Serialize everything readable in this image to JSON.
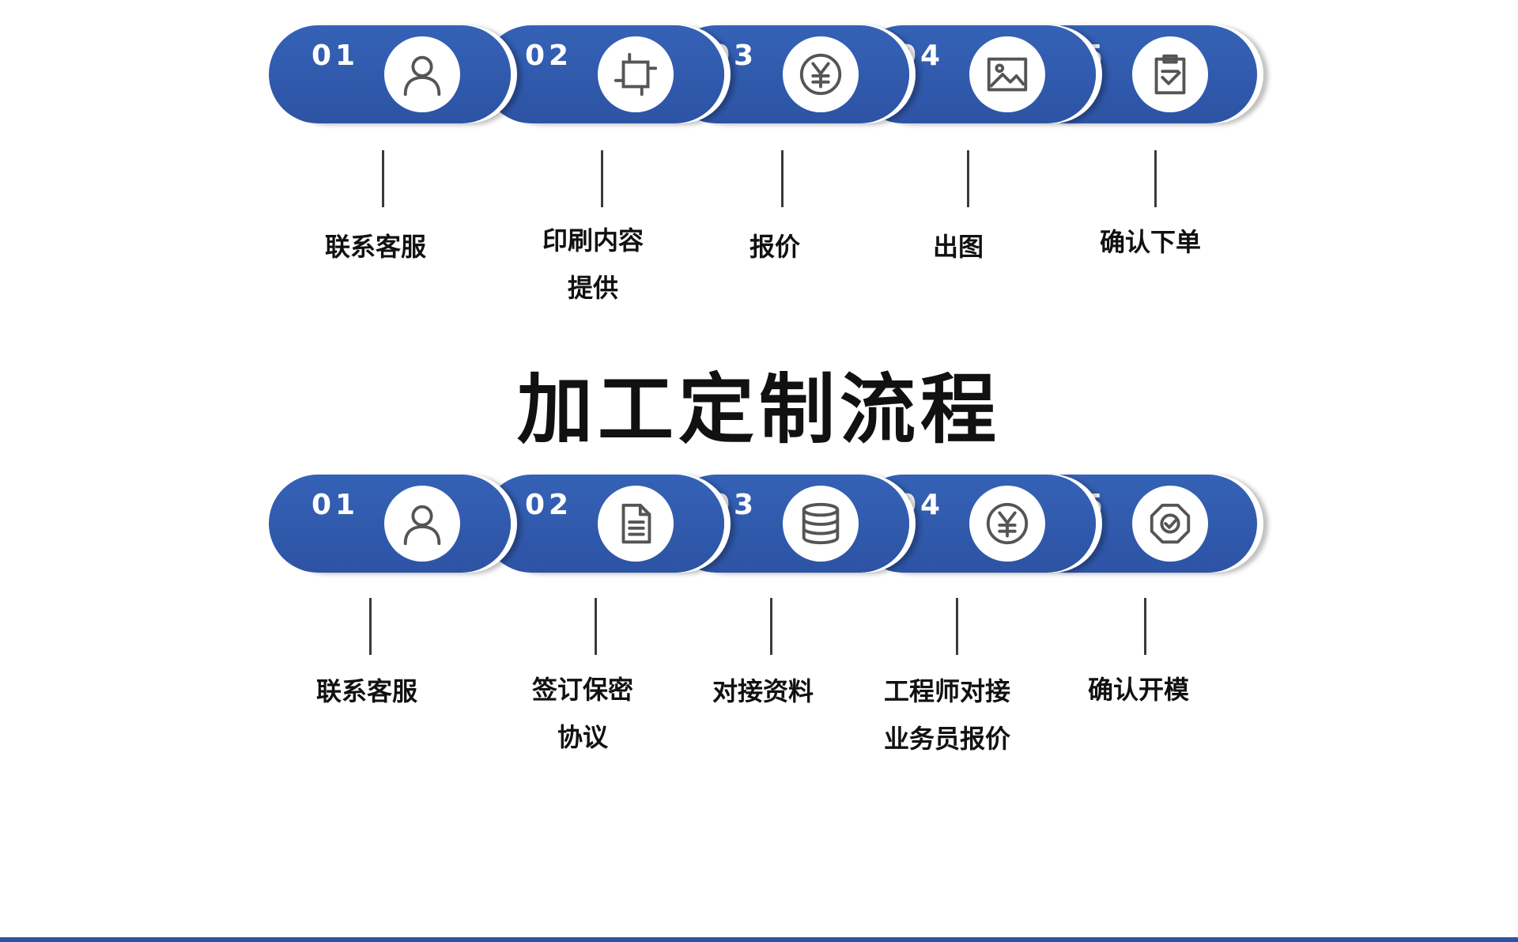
{
  "title": "加工定制流程",
  "theme": {
    "accent": "#2d53a4",
    "icon": "#555555"
  },
  "flows": [
    {
      "steps": [
        {
          "num": "01",
          "icon": "user-icon",
          "lines": [
            "联系客服"
          ]
        },
        {
          "num": "02",
          "icon": "crop-icon",
          "lines": [
            "印刷内容",
            "提供"
          ]
        },
        {
          "num": "03",
          "icon": "yen-coin-icon",
          "lines": [
            "报价"
          ]
        },
        {
          "num": "04",
          "icon": "image-icon",
          "lines": [
            "出图"
          ]
        },
        {
          "num": "05",
          "icon": "clipboard-check-icon",
          "lines": [
            "确认下单"
          ]
        }
      ]
    },
    {
      "steps": [
        {
          "num": "01",
          "icon": "user-icon",
          "lines": [
            "联系客服"
          ]
        },
        {
          "num": "02",
          "icon": "document-icon",
          "lines": [
            "签订保密",
            "协议"
          ]
        },
        {
          "num": "03",
          "icon": "database-icon",
          "lines": [
            "对接资料"
          ]
        },
        {
          "num": "04",
          "icon": "yen-coin-icon",
          "lines": [
            "工程师对接",
            "业务员报价"
          ]
        },
        {
          "num": "05",
          "icon": "shield-check-icon",
          "lines": [
            "确认开模"
          ]
        }
      ]
    }
  ]
}
